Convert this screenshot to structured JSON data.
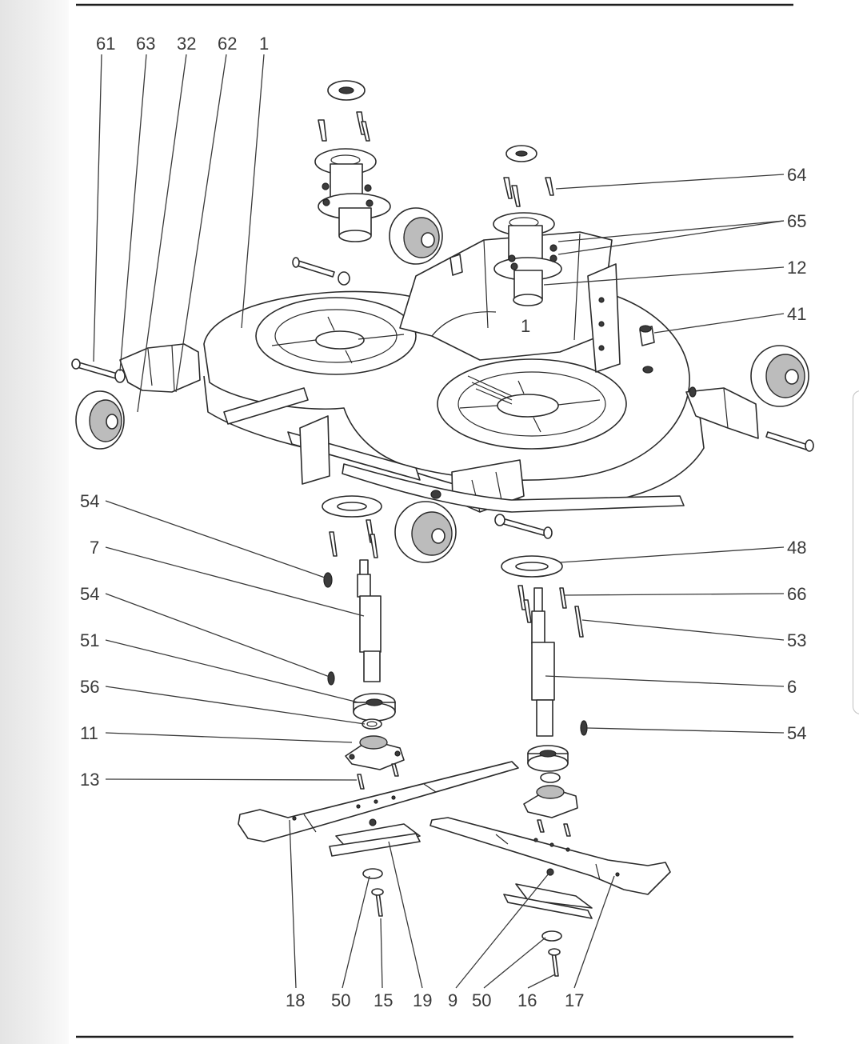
{
  "diagram": {
    "labels": {
      "top": [
        "61",
        "63",
        "32",
        "62",
        "1"
      ],
      "right": [
        "64",
        "65",
        "12",
        "41",
        "48",
        "66",
        "53",
        "6",
        "54"
      ],
      "left": [
        "54",
        "7",
        "54",
        "51",
        "56",
        "11",
        "13"
      ],
      "bottom": [
        "18",
        "50",
        "15",
        "19",
        "9",
        "50",
        "16",
        "17"
      ]
    }
  }
}
